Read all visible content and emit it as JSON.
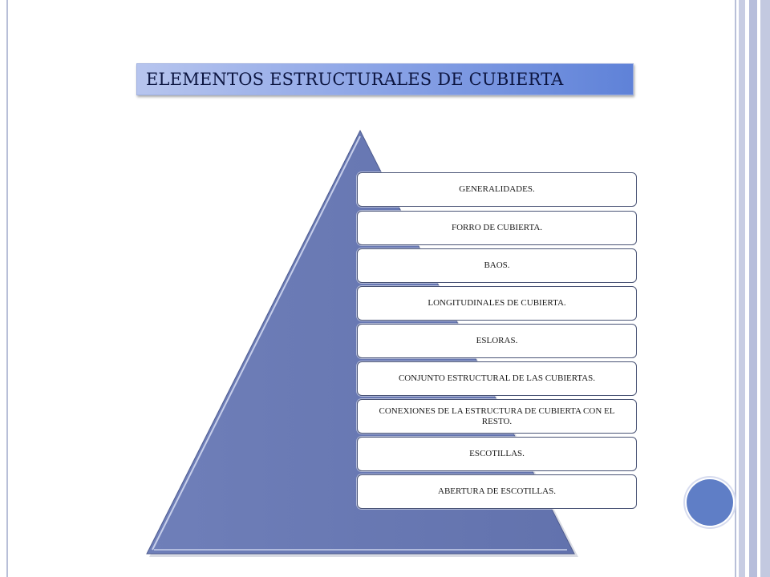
{
  "title": "ELEMENTOS ESTRUCTURALES DE CUBIERTA",
  "levels": [
    {
      "label": "GENERALIDADES."
    },
    {
      "label": "FORRO  DE  CUBIERTA."
    },
    {
      "label": "BAOS."
    },
    {
      "label": "LONGITUDINALES  DE  CUBIERTA."
    },
    {
      "label": "ESLORAS."
    },
    {
      "label": "CONJUNTO  ESTRUCTURAL  DE  LAS  CUBIERTAS."
    },
    {
      "label": "CONEXIONES  DE  LA  ESTRUCTURA  DE  CUBIERTA  CON  EL  RESTO."
    },
    {
      "label": "ESCOTILLAS."
    },
    {
      "label": "ABERTURA  DE  ESCOTILLAS."
    }
  ],
  "colors": {
    "pyramid_fill": "#6a7ab5",
    "title_gradient_end": "#5f82d8",
    "accent_circle": "#5f7ec6"
  }
}
